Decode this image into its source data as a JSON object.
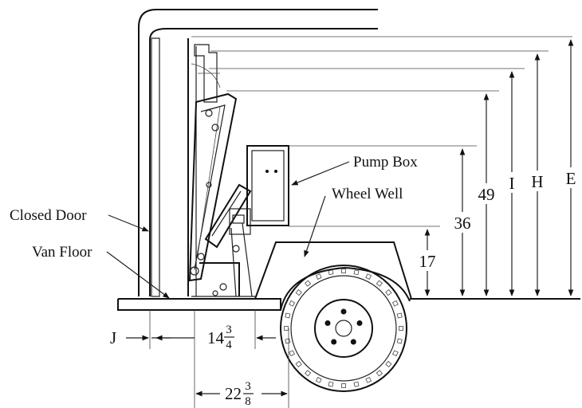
{
  "labels": {
    "pump_box": "Pump Box",
    "wheel_well": "Wheel Well",
    "closed_door": "Closed Door",
    "van_floor": "Van Floor"
  },
  "dimensions": {
    "e": "E",
    "h": "H",
    "i": "I",
    "d49": "49",
    "d36": "36",
    "d17": "17",
    "j": "J",
    "d14_whole": "14",
    "d14_num": "3",
    "d14_den": "4",
    "d22_whole": "22",
    "d22_num": "3",
    "d22_den": "8"
  },
  "colors": {
    "line": "#111111",
    "background": "#ffffff"
  }
}
